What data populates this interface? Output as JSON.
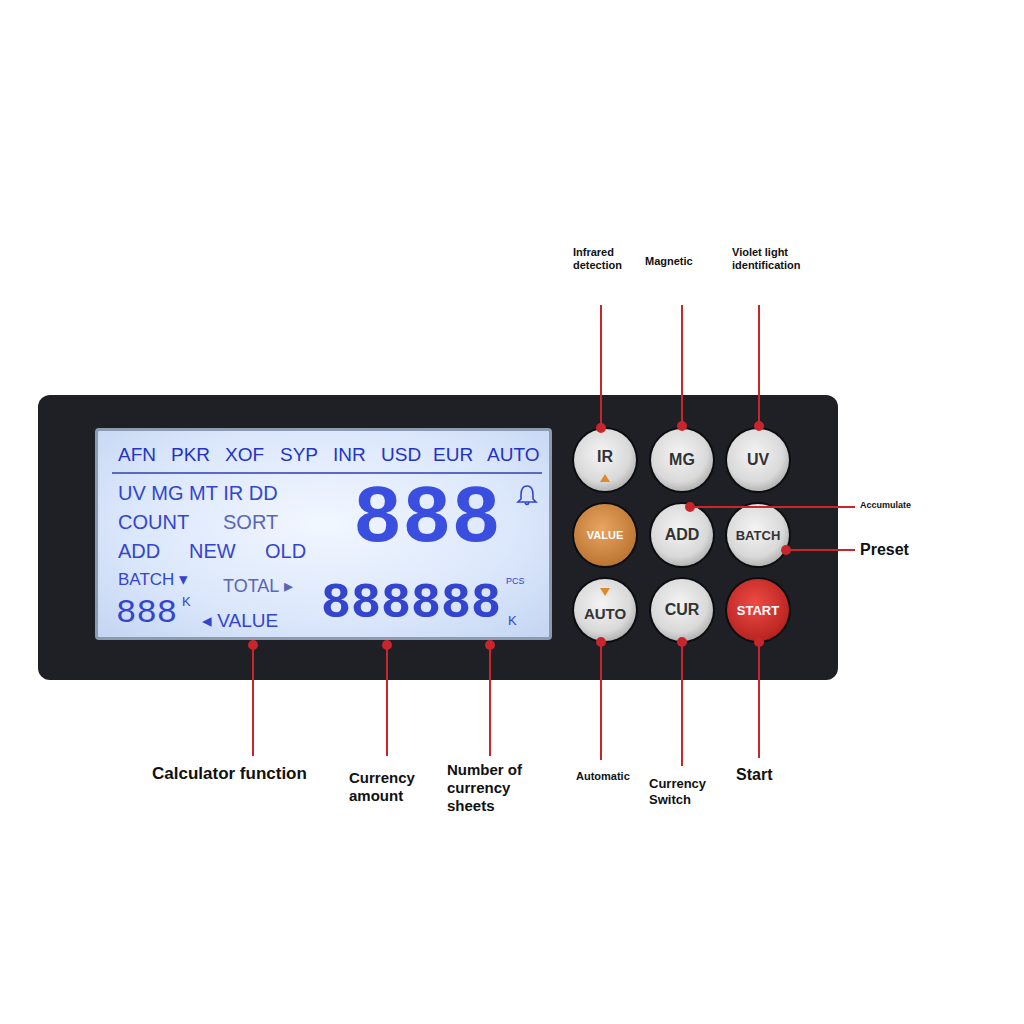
{
  "diagram": {
    "nodes": [
      {
        "text": [
          "AFN",
          "PKR",
          "XOF",
          "SYP",
          "INR",
          "USD",
          "EUR",
          "AUTO",
          "UV MG MT IR DD",
          "COUNT",
          "SORT",
          "ADD",
          "NEW",
          "OLD",
          "BATCH ▾",
          "TOTAL ▸",
          "888",
          "K",
          "◂ VALUE",
          "888",
          "888888",
          "PCS",
          "K"
        ]
      },
      {
        "text": [
          "IR"
        ]
      },
      {
        "text": [
          "MG"
        ]
      },
      {
        "text": [
          "UV"
        ]
      },
      {
        "text": [
          "VALUE"
        ]
      },
      {
        "text": [
          "ADD"
        ]
      },
      {
        "text": [
          "BATCH"
        ]
      },
      {
        "text": [
          "AUTO"
        ]
      },
      {
        "text": [
          "CUR"
        ]
      },
      {
        "text": [
          "START"
        ]
      }
    ],
    "labels": [
      "Infrared detection",
      "Magnetic",
      "Violet light identification",
      "Accumulate",
      "Preset",
      "Calculator function",
      "Currency amount",
      "Number of currency sheets",
      "Automatic",
      "Currency Switch",
      "Start"
    ]
  }
}
